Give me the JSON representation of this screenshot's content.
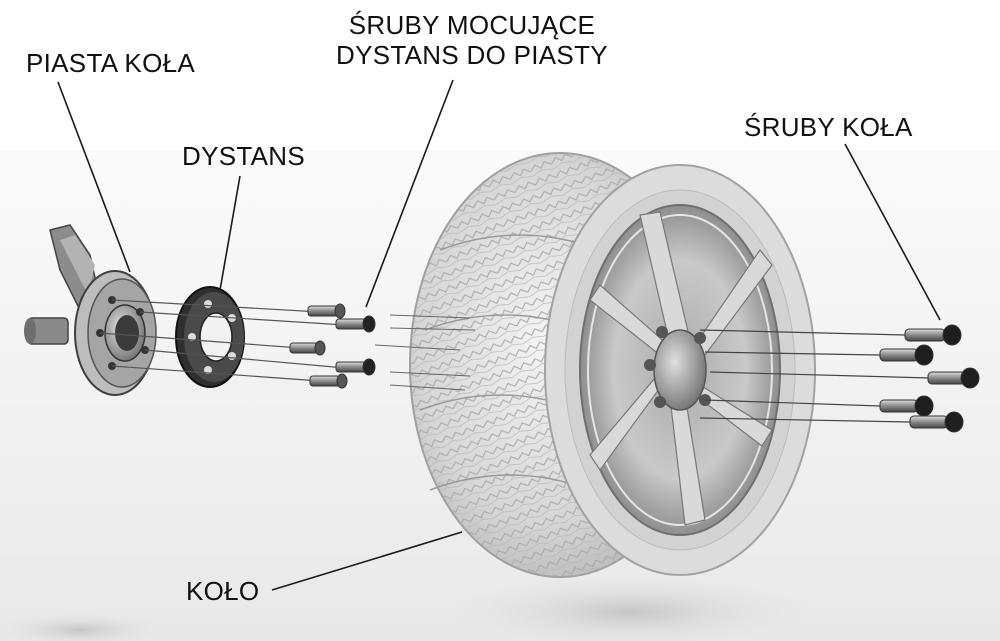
{
  "labels": {
    "hub": "PIASTA KOŁA",
    "spacer": "DYSTANS",
    "spacer_bolts_line1": "ŚRUBY MOCUJĄCE",
    "spacer_bolts_line2": "DYSTANS DO PIASTY",
    "wheel_bolts": "ŚRUBY KOŁA",
    "wheel": "KOŁO"
  },
  "colors": {
    "text": "#111111",
    "leader": "#1a1a1a",
    "metal": "#9a9a9a",
    "tire": "#c8c8c8"
  }
}
